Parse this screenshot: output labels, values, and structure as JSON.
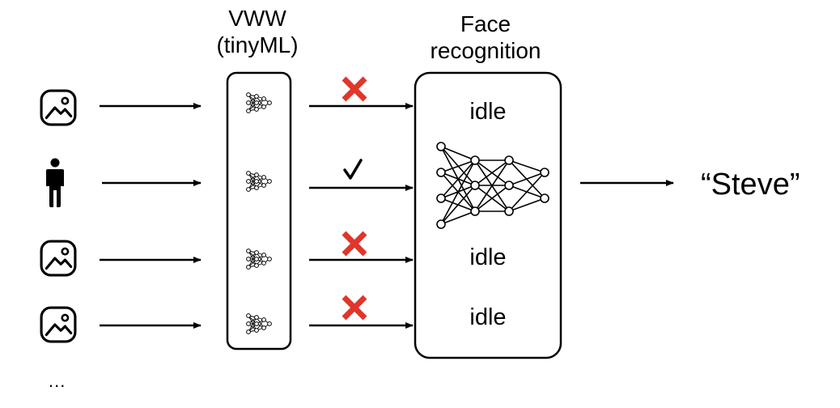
{
  "vww": {
    "title_line1": "VWW",
    "title_line2": "(tinyML)"
  },
  "face_recognition": {
    "title_line1": "Face",
    "title_line2": "recognition"
  },
  "rows": [
    {
      "input_icon": "image-icon",
      "decision": "rejected",
      "decision_icon": "red-cross-icon",
      "state": "idle"
    },
    {
      "input_icon": "person-icon",
      "decision": "accepted",
      "decision_icon": "check-mark-icon",
      "state": ""
    },
    {
      "input_icon": "image-icon",
      "decision": "rejected",
      "decision_icon": "red-cross-icon",
      "state": "idle"
    },
    {
      "input_icon": "image-icon",
      "decision": "rejected",
      "decision_icon": "red-cross-icon",
      "state": "idle"
    }
  ],
  "output_label": "“Steve”",
  "more_indicator": "...",
  "colors": {
    "cross": "#e0362c",
    "stroke": "#000000"
  }
}
